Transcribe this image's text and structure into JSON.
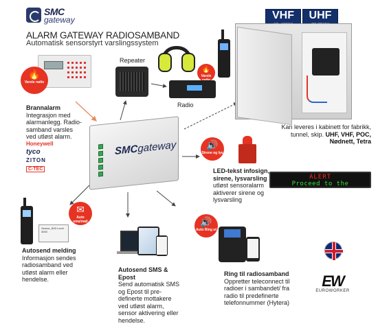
{
  "header": {
    "logo_top": "SMC",
    "logo_bottom": "gateway",
    "title": "ALARM GATEWAY RADIOSAMBAND",
    "subtitle": "Automatisk sensorstyrt varslingssystem"
  },
  "bands": [
    {
      "name": "VHF",
      "range": "136 - 174MHz"
    },
    {
      "name": "UHF",
      "range": "400-470 MHz"
    }
  ],
  "devices": {
    "repeater_label": "Repeater",
    "radio_label": "Radio",
    "gateway_brand": "SMC",
    "gateway_word": "gateway"
  },
  "icons": {
    "varsle_radio_left": "Varsle radio",
    "varsle_radio_top": "Varsle radio",
    "sirene_lys": "Sirene og lys",
    "auto_sms_mail": "Auto sms/mail",
    "auto_ring_ut": "Auto Ring ut"
  },
  "brannalarm": {
    "title": "Brannalarm",
    "body": "Integrasjon med alarmanlegg. Radio-samband varsles ved utløst alarm."
  },
  "brands": [
    "Honeywell",
    "tyco",
    "ZITON",
    "C-TEC"
  ],
  "cabinet_text": {
    "body": "Kan leveres i kabinett for fabrikk, tunnel, skip.",
    "bold": "UHF, VHF, POC, Nødnett, Tetra"
  },
  "led_block": {
    "title": "LED-tekst infosign, sirene, lysvarsling",
    "body": "utløst sensoralarm aktiverer sirene og lysvarsling",
    "sign_line1": "ALERT",
    "sign_line2": "Proceed to the"
  },
  "autosend_melding": {
    "title": "Autosend melding",
    "body": "Informasjon sendes radiosamband ved utløst alarm eller hendelse.",
    "card_text": "Sensor_B03 Level 3000"
  },
  "autosend_sms": {
    "title": "Autosend SMS & Epost",
    "body": "Send automatisk SMS og Epost til pre-definerte mottakere ved utløst alarm, sensor aktivering eller hendelse."
  },
  "ring_radio": {
    "title": "Ring til radiosamband",
    "body": "Oppretter teleconnect til radioer i sambandet/ fra radio til predefinerte telefonnummer (Hytera)"
  },
  "footer": {
    "ew_mark": "EW",
    "ew_word": "EUROWORKER"
  },
  "colors": {
    "accent_red": "#e63323",
    "brand_navy": "#1b2550",
    "badge_blue": "#13306b"
  }
}
